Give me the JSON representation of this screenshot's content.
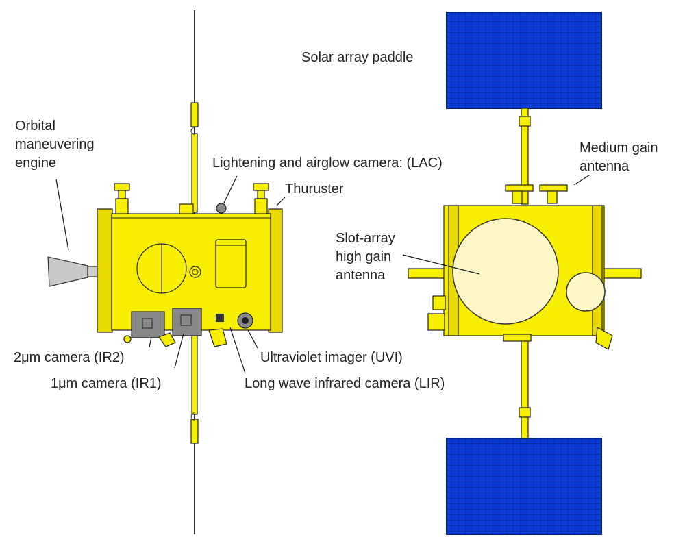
{
  "colors": {
    "spacecraft_body": "#f8ef00",
    "solar_panel": "#0b3bd6",
    "antenna_disc": "#fdf6c6",
    "engine_nozzle": "#c8c8c8"
  },
  "labels": {
    "orbital_engine": [
      "Orbital",
      "maneuvering",
      "engine"
    ],
    "lac": "Lightening and airglow camera: (LAC)",
    "thruster": "Thuruster",
    "ir2": "2μm camera (IR2)",
    "ir1": "1μm camera (IR1)",
    "uvi": "Ultraviolet imager (UVI)",
    "lir": "Long wave infrared camera (LIR)",
    "solar_array": "Solar array paddle",
    "medium_gain": [
      "Medium gain",
      "antenna"
    ],
    "slot_array": [
      "Slot-array",
      "high gain",
      "antenna"
    ]
  }
}
